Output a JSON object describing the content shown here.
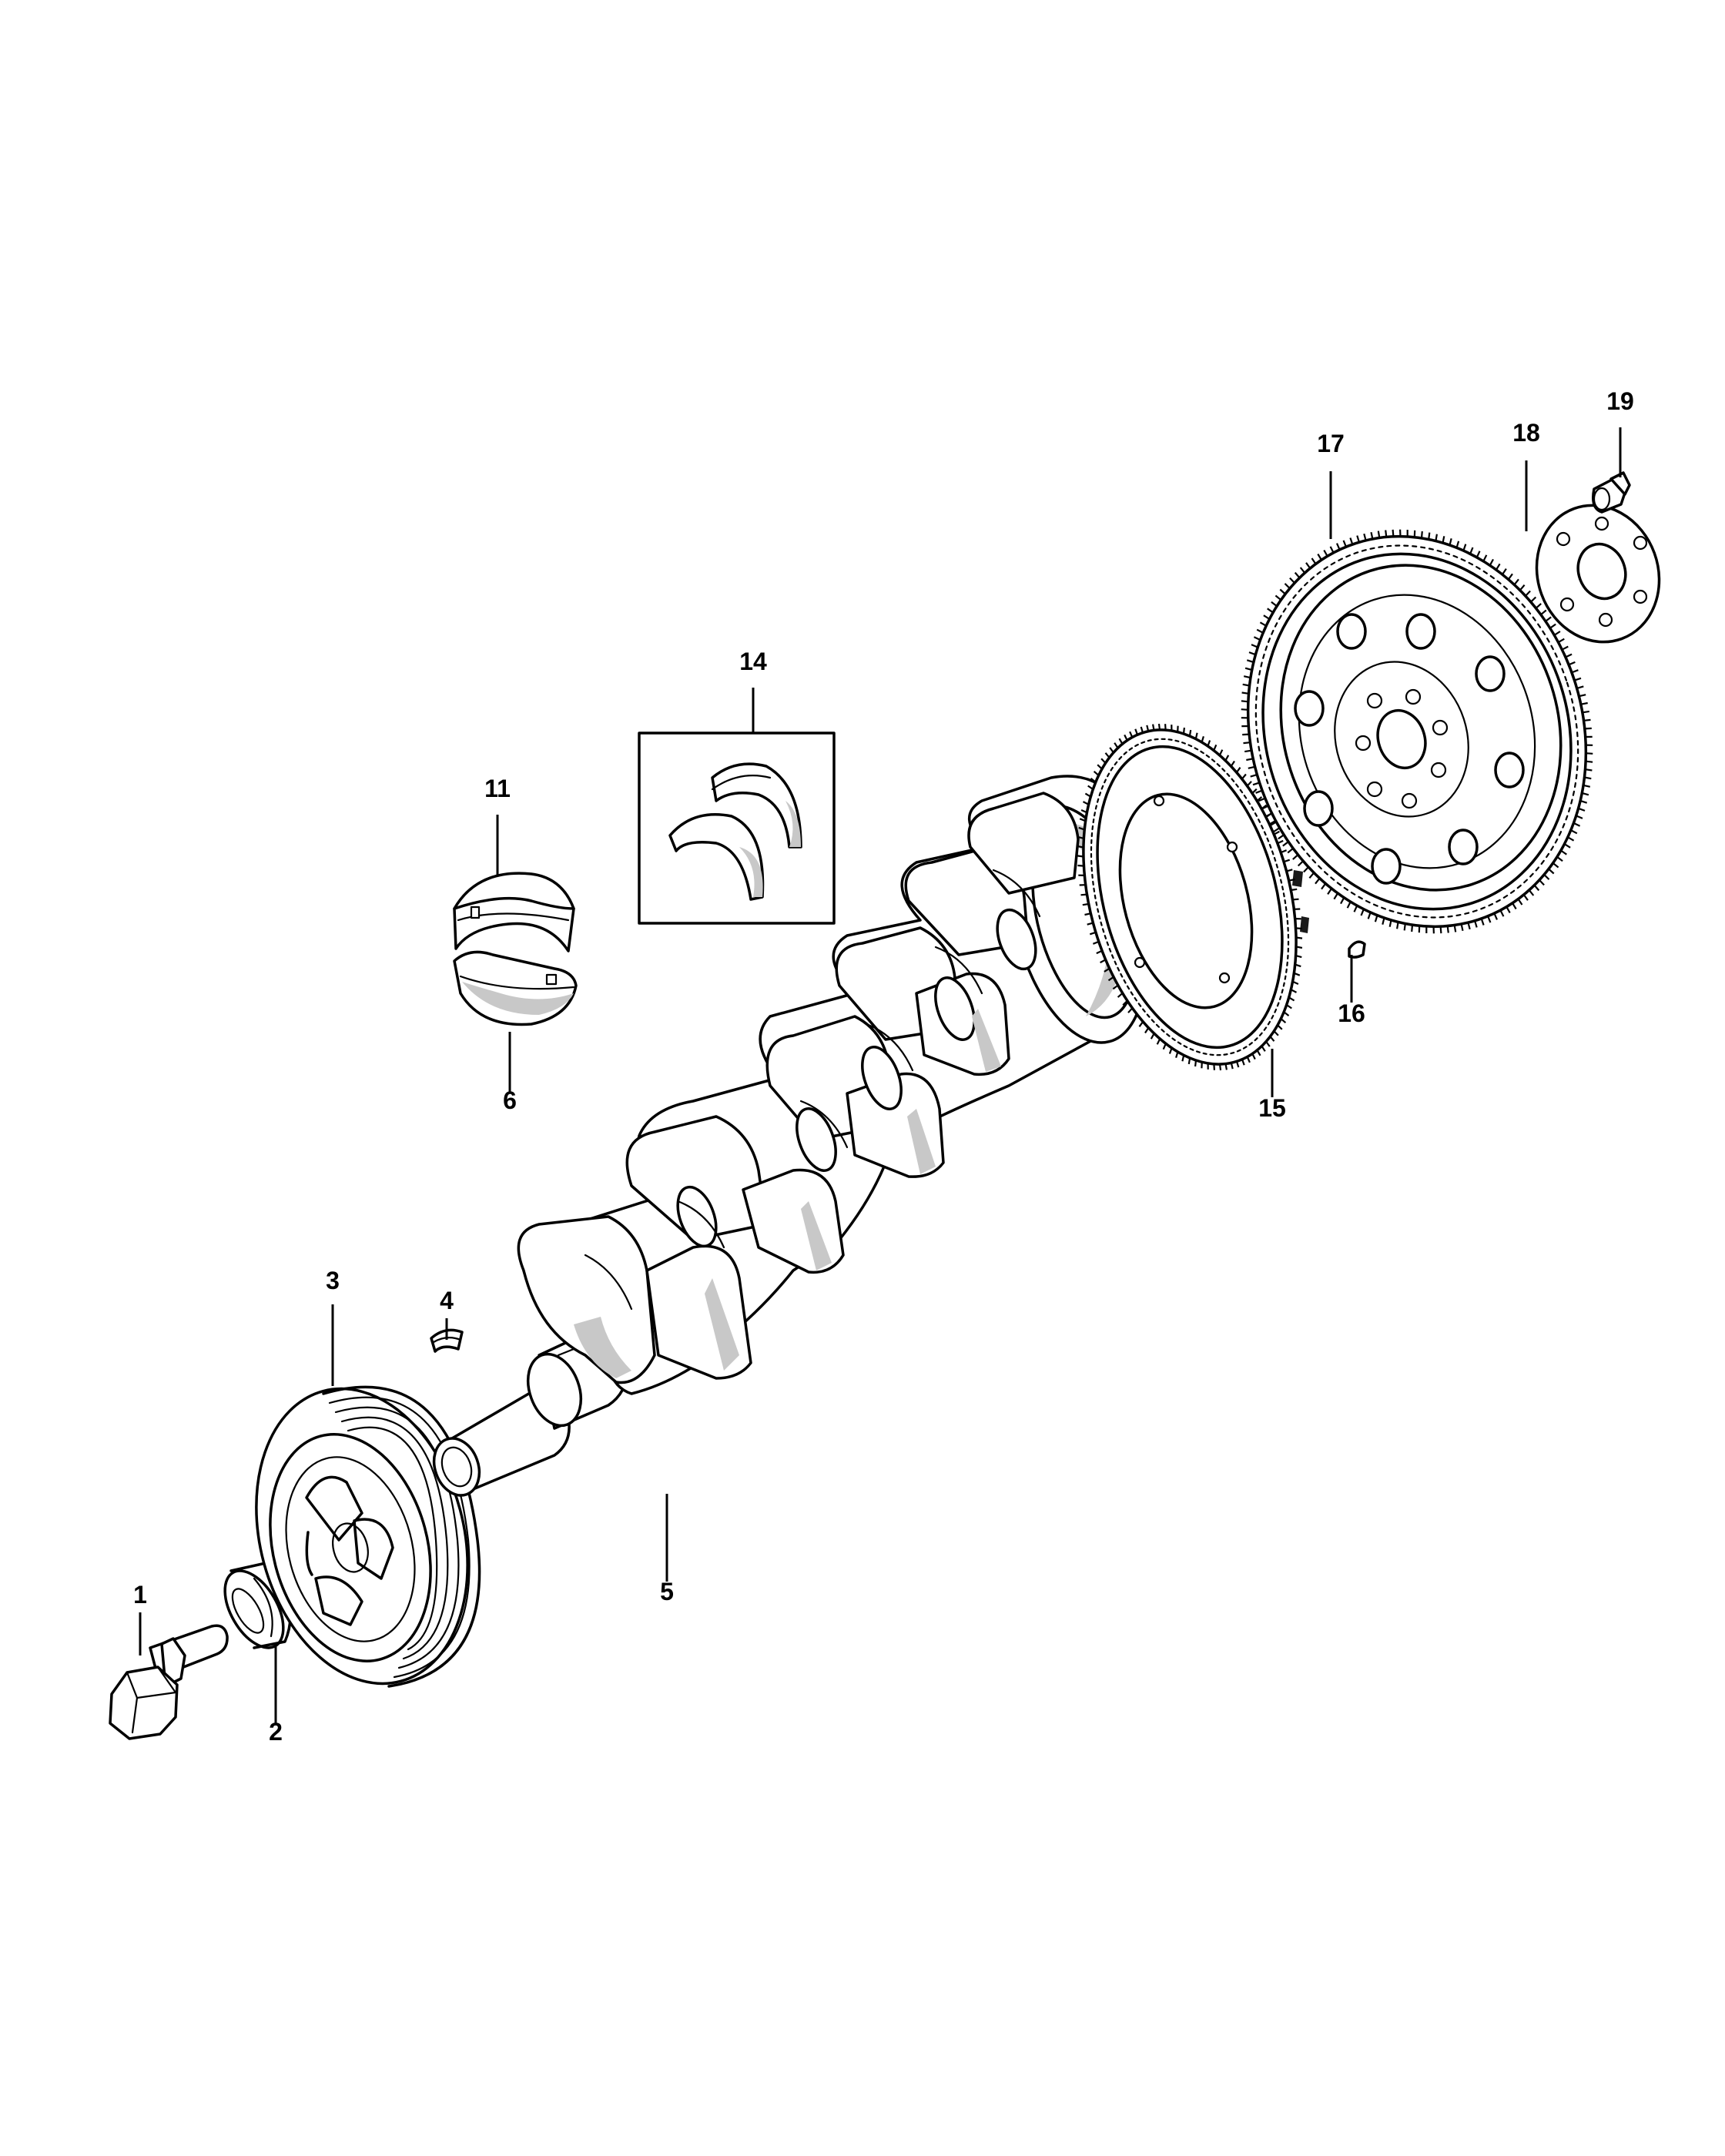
{
  "callouts": {
    "c1": "1",
    "c2": "2",
    "c3": "3",
    "c4": "4",
    "c5": "5",
    "c6": "6",
    "c11": "11",
    "c14": "14",
    "c15": "15",
    "c16": "16",
    "c17": "17",
    "c18": "18",
    "c19": "19"
  }
}
